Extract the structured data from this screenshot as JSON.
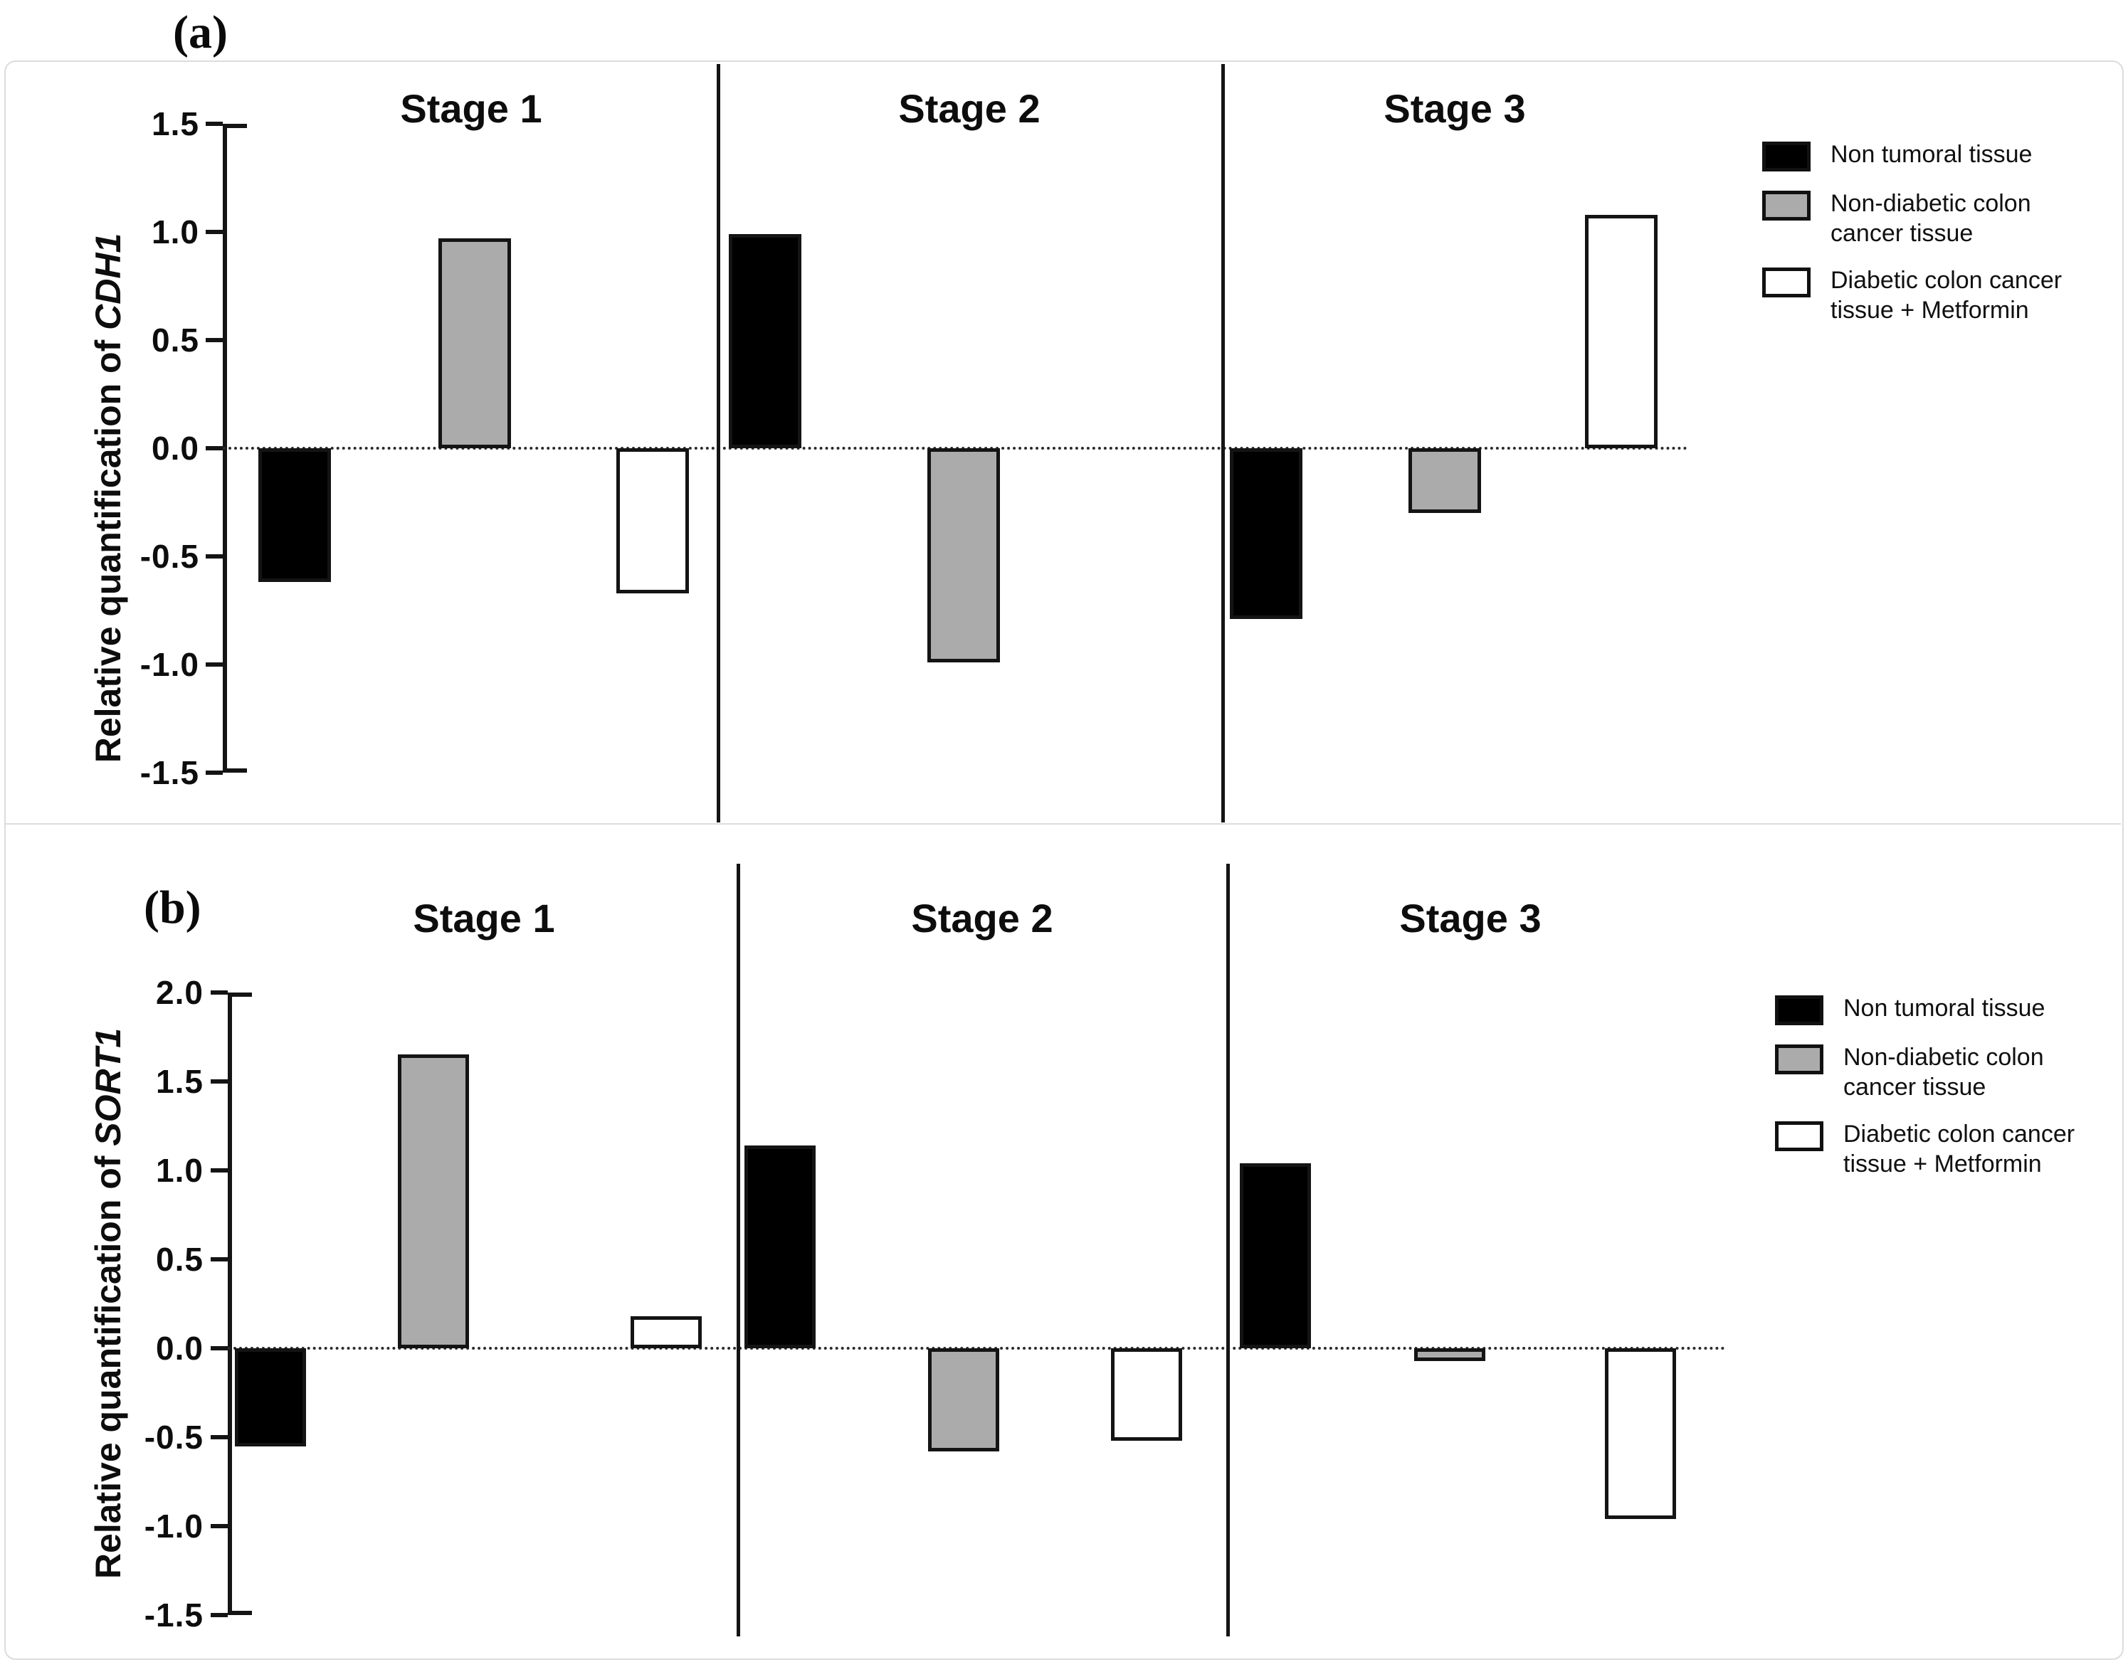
{
  "figure": {
    "panel_a_label": "(a)",
    "panel_b_label": "(b)",
    "colors": {
      "bar_black": "#000000",
      "bar_gray": "#ababab",
      "bar_white": "#ffffff",
      "bar_border": "#141414",
      "frame_gray": "#dcdcdc"
    }
  },
  "chart_data": [
    {
      "type": "bar",
      "panel_label": "(a)",
      "title": "",
      "xlabel": "",
      "ylabel": "Relative quantification of CDH1",
      "ylabel_prefix": "Relative quantification of ",
      "gene": "CDH1",
      "categories": [
        "Stage 1",
        "Stage 2",
        "Stage 3"
      ],
      "series": [
        {
          "name": "Non tumoral tissue",
          "fill": "#000000",
          "values": [
            -0.62,
            0.99,
            -0.79
          ]
        },
        {
          "name": "Non-diabetic colon cancer tissue",
          "fill": "#ababab",
          "values": [
            0.97,
            -0.99,
            -0.3
          ]
        },
        {
          "name": "Diabetic colon cancer tissue + Metformin",
          "fill": "#ffffff",
          "values": [
            -0.67,
            0.0,
            1.08
          ]
        }
      ],
      "ylim": [
        -1.5,
        1.5
      ],
      "yticks": [
        "1.5",
        "1.0",
        "0.5",
        "0.0",
        "-0.5",
        "-1.0",
        "-1.5"
      ],
      "grid": false,
      "zero_line": "dotted",
      "legend_position": "right",
      "legend": {
        "items": [
          {
            "label": "Non tumoral tissue",
            "swatch_color": "#000000"
          },
          {
            "label": "Non-diabetic colon\ncancer tissue",
            "swatch_color": "#ababab"
          },
          {
            "label": "Diabetic colon cancer\ntissue + Metformin",
            "swatch_color": "#ffffff"
          }
        ]
      }
    },
    {
      "type": "bar",
      "panel_label": "(b)",
      "title": "",
      "xlabel": "",
      "ylabel": "Relative quantification of SORT1",
      "ylabel_prefix": "Relative quantification of ",
      "gene": "SORT1",
      "categories": [
        "Stage 1",
        "Stage 2",
        "Stage 3"
      ],
      "series": [
        {
          "name": "Non tumoral tissue",
          "fill": "#000000",
          "values": [
            -0.55,
            1.14,
            1.04
          ]
        },
        {
          "name": "Non-diabetic colon cancer tissue",
          "fill": "#ababab",
          "values": [
            1.65,
            -0.58,
            -0.07
          ]
        },
        {
          "name": "Diabetic colon cancer tissue + Metformin",
          "fill": "#ffffff",
          "values": [
            0.18,
            -0.52,
            -0.96
          ]
        }
      ],
      "ylim": [
        -1.5,
        2.0
      ],
      "yticks": [
        "2.0",
        "1.5",
        "1.0",
        "0.5",
        "0.0",
        "-0.5",
        "-1.0",
        "-1.5"
      ],
      "grid": false,
      "zero_line": "dotted",
      "legend_position": "right",
      "legend": {
        "items": [
          {
            "label": "Non tumoral tissue",
            "swatch_color": "#000000"
          },
          {
            "label": "Non-diabetic colon\ncancer tissue",
            "swatch_color": "#ababab"
          },
          {
            "label": "Diabetic colon cancer\ntissue + Metformin",
            "swatch_color": "#ffffff"
          }
        ]
      }
    }
  ]
}
